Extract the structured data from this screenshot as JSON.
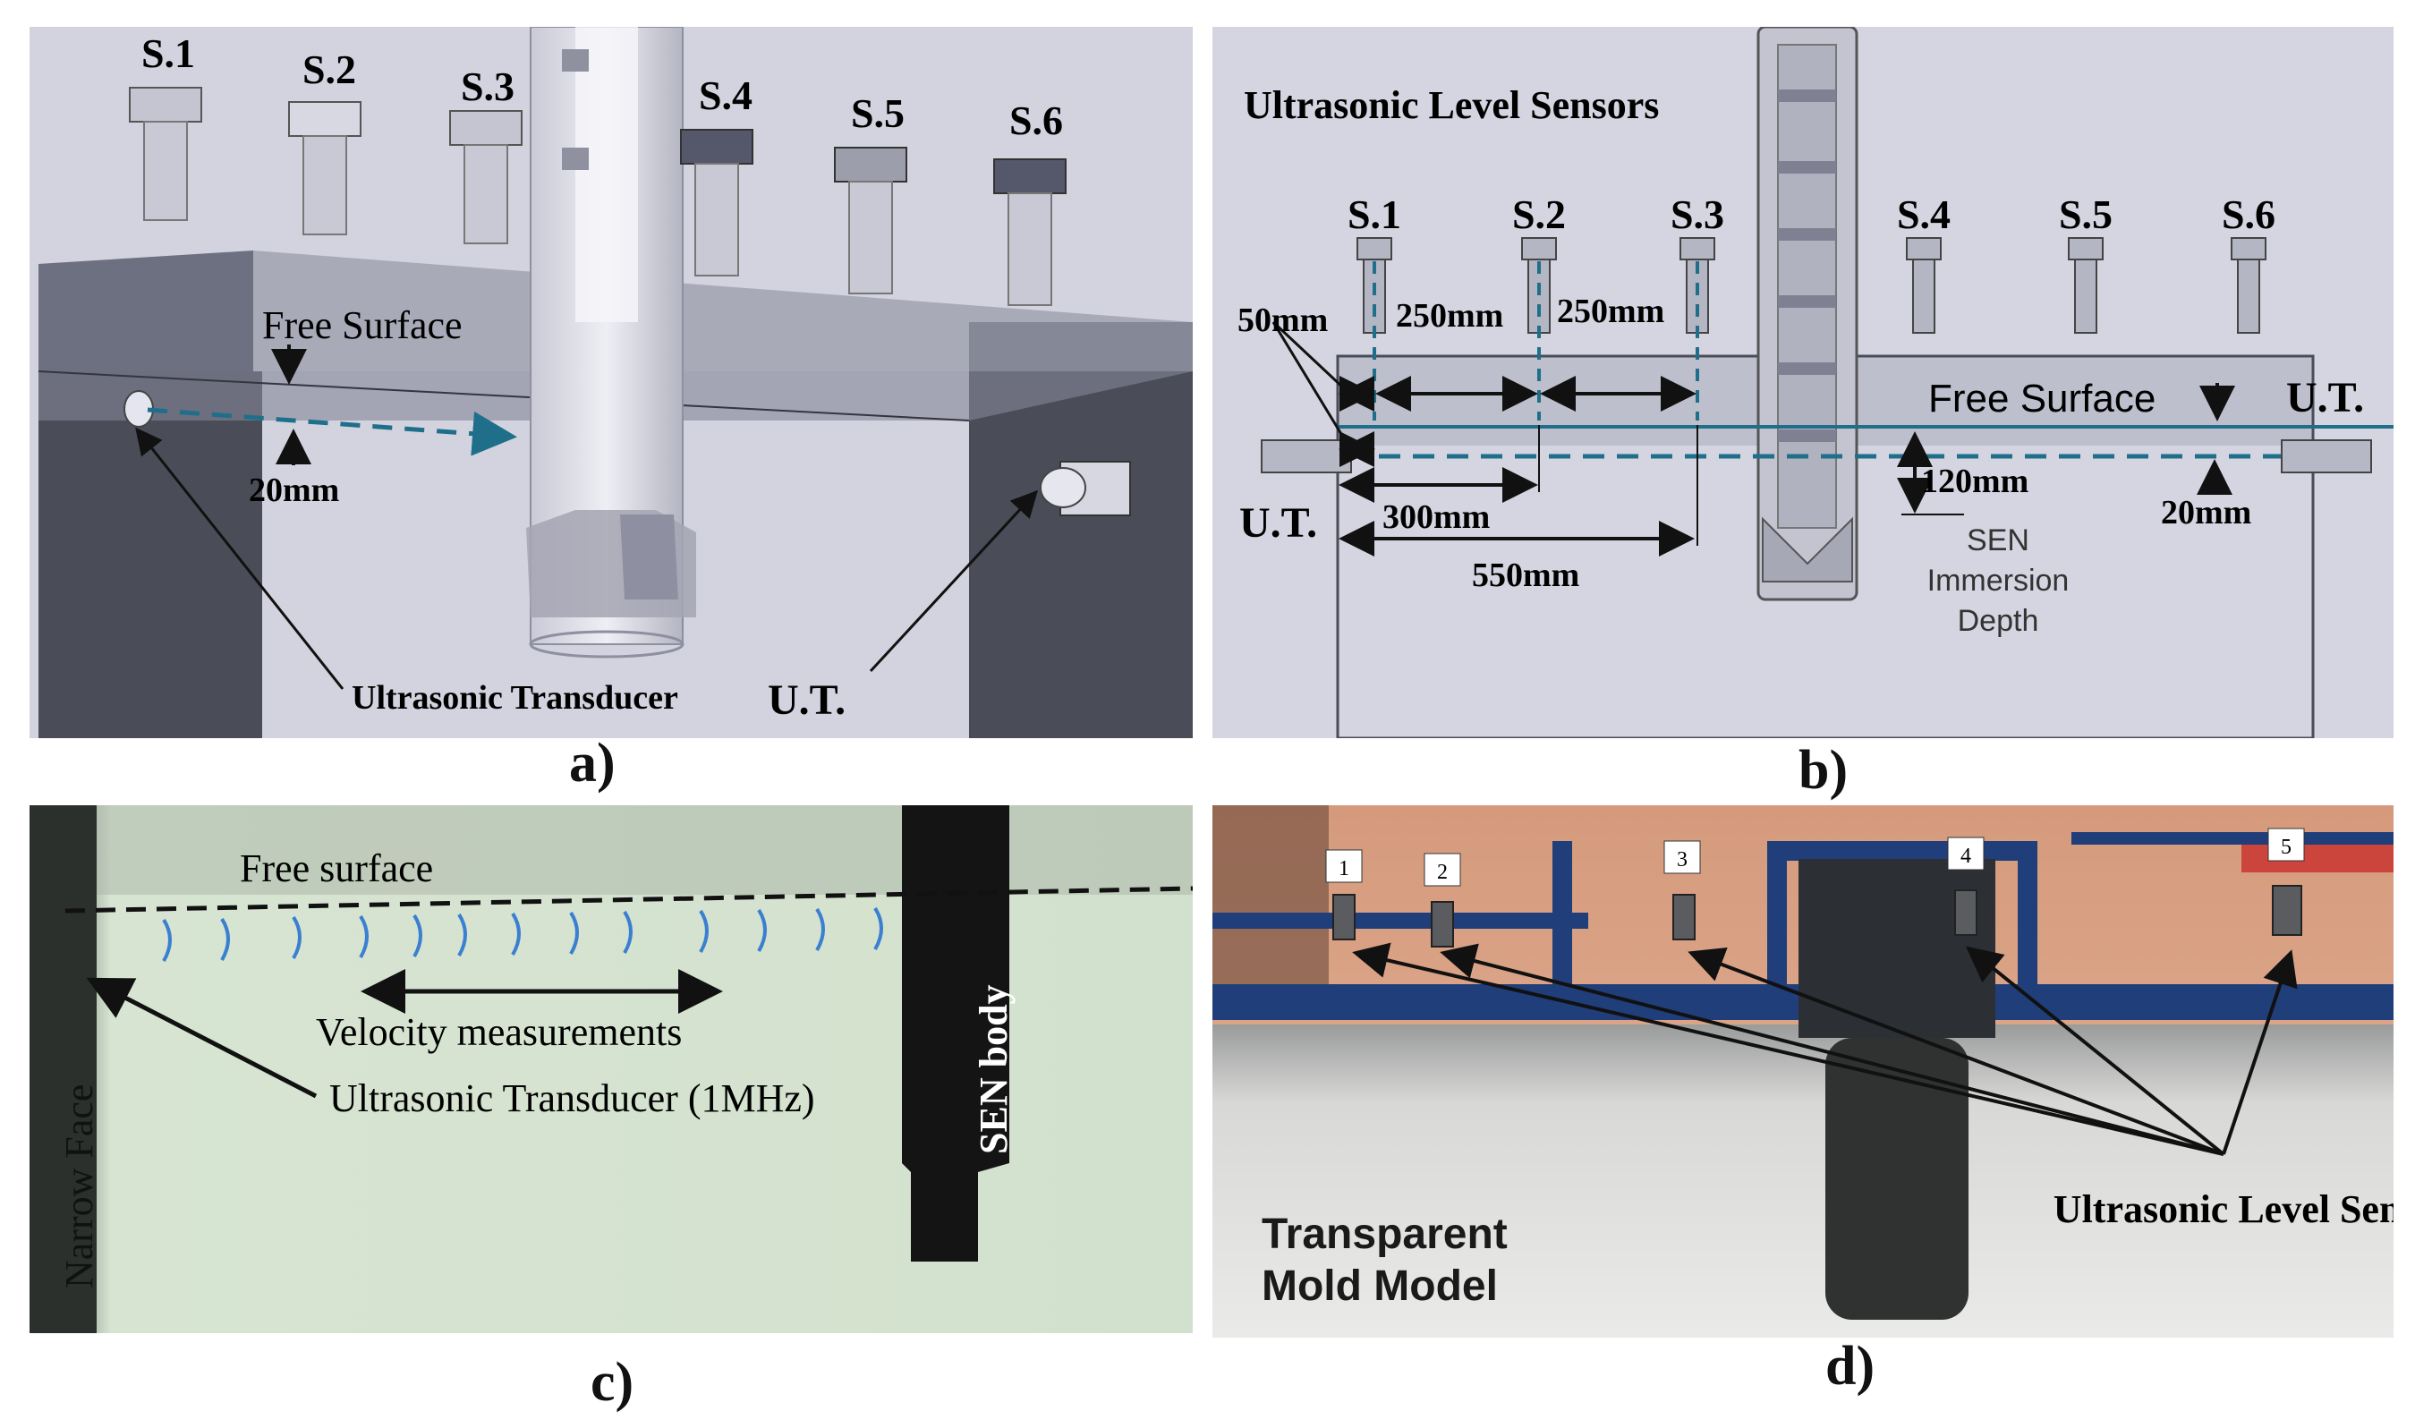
{
  "panel_a": {
    "sensors": [
      "S.1",
      "S.2",
      "S.3",
      "S.4",
      "S.5",
      "S.6"
    ],
    "free_surface": "Free Surface",
    "dim_20mm": "20mm",
    "transducer_label": "Ultrasonic Transducer",
    "ut_label": "U.T.",
    "caption": "a)"
  },
  "panel_b": {
    "title": "Ultrasonic Level Sensors",
    "sensors": [
      "S.1",
      "S.2",
      "S.3",
      "S.4",
      "S.5",
      "S.6"
    ],
    "free_surface": "Free Surface",
    "ut_left": "U.T.",
    "ut_right": "U.T.",
    "dim_50": "50mm",
    "dim_250a": "250mm",
    "dim_250b": "250mm",
    "dim_300": "300mm",
    "dim_550": "550mm",
    "dim_120": "120mm",
    "dim_20": "20mm",
    "sen_line1": "SEN",
    "sen_line2": "Immersion",
    "sen_line3": "Depth",
    "caption": "b)"
  },
  "panel_c": {
    "free_surface": "Free surface",
    "velocity": "Velocity measurements",
    "transducer": "Ultrasonic Transducer (1MHz)",
    "narrow_face": "Narrow Face",
    "sen_body": "SEN body",
    "caption": "c)"
  },
  "panel_d": {
    "sensor_numbers": [
      "1",
      "2",
      "3",
      "4",
      "5"
    ],
    "sensors_label": "Ultrasonic Level Sensors",
    "mold_line1": "Transparent",
    "mold_line2": "Mold Model",
    "caption": "d)"
  },
  "colors": {
    "dashed_blue": "#1f6f8b",
    "wave_blue": "#3a7fd0",
    "dark_panel": "#4a4d58",
    "light_bg": "#d4d5e0"
  }
}
